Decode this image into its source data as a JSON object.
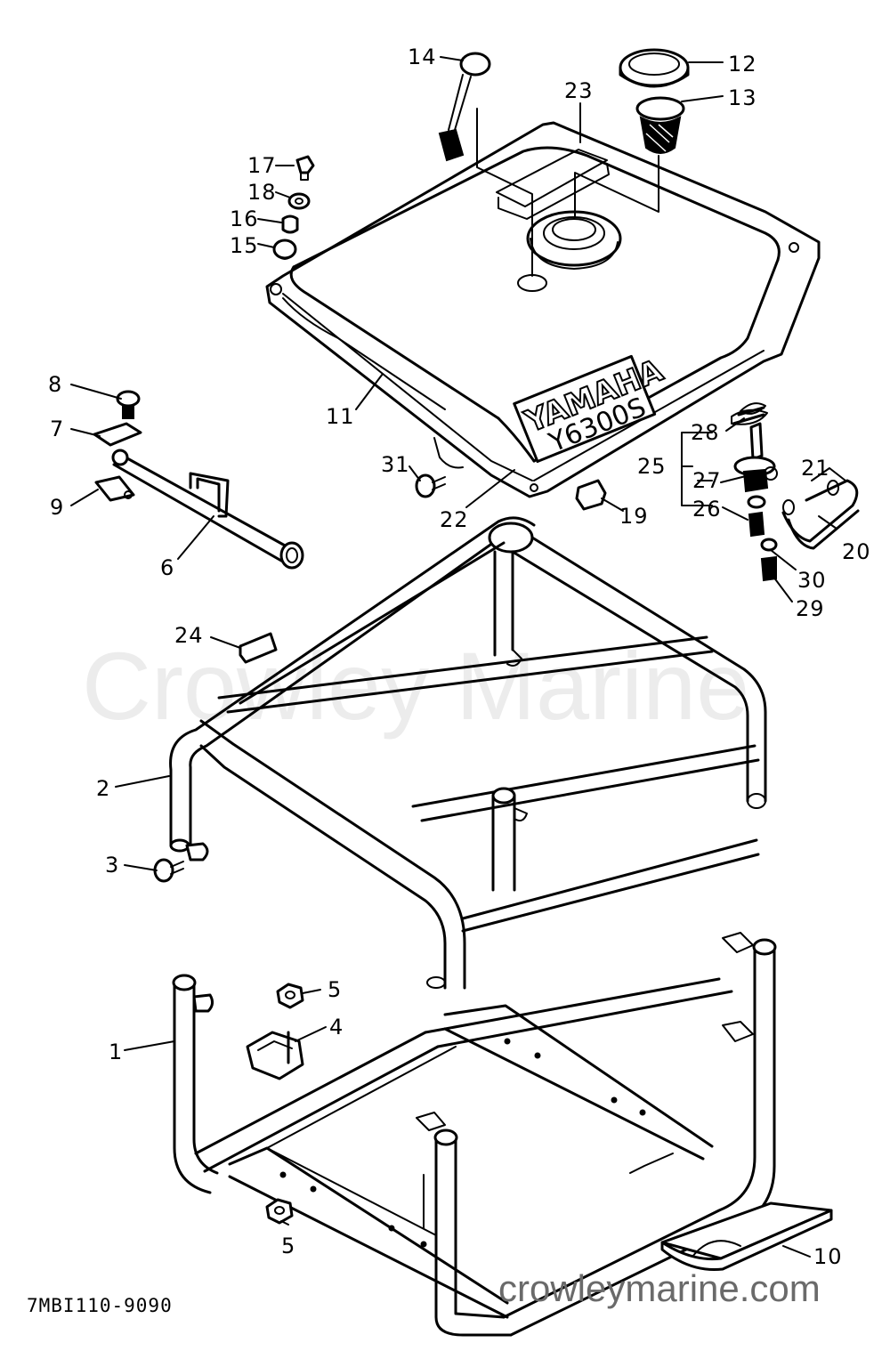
{
  "watermark": "Crowley Marine",
  "site": "crowleymarine.com",
  "diagram_code": "7MBI110-9090",
  "tank_brand": "YAMAHA",
  "tank_model": "Y6300S",
  "labels": {
    "p1": "1",
    "p2": "2",
    "p3": "3",
    "p4": "4",
    "p5a": "5",
    "p5b": "5",
    "p6": "6",
    "p7": "7",
    "p8": "8",
    "p9": "9",
    "p10": "10",
    "p11": "11",
    "p12": "12",
    "p13": "13",
    "p14": "14",
    "p15": "15",
    "p16": "16",
    "p17": "17",
    "p18": "18",
    "p19": "19",
    "p20": "20",
    "p21": "21",
    "p22": "22",
    "p23": "23",
    "p24": "24",
    "p25": "25",
    "p26": "26",
    "p27": "27",
    "p28": "28",
    "p29": "29",
    "p30": "30",
    "p31": "31"
  }
}
